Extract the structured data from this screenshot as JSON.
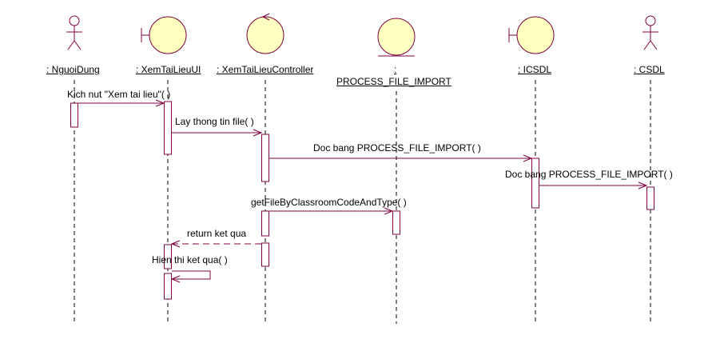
{
  "diagram": {
    "line_color": "#800040",
    "icon_fill": "#ffffc0",
    "icon_stroke": "#800040",
    "lifelines": [
      {
        "id": "nguoidung",
        "kind": "actor",
        "name": ": NguoiDung"
      },
      {
        "id": "xemui",
        "kind": "boundary",
        "name": ": XemTaiLieuUI"
      },
      {
        "id": "controller",
        "kind": "control",
        "name": ": XemTaiLieuController"
      },
      {
        "id": "process",
        "kind": "entity",
        "name_line1": ":",
        "name_line2": "PROCESS_FILE_IMPORT"
      },
      {
        "id": "icsdl",
        "kind": "boundary",
        "name": ": ICSDL"
      },
      {
        "id": "csdl",
        "kind": "actor",
        "name": ": CSDL"
      }
    ],
    "messages": [
      {
        "id": "m1",
        "label": "Kich nut \"Xem tai lieu\"( )"
      },
      {
        "id": "m2",
        "label": "Lay thong tin file( )"
      },
      {
        "id": "m3",
        "label": "Doc bang PROCESS_FILE_IMPORT( )"
      },
      {
        "id": "m4",
        "label": "Doc bang PROCESS_FILE_IMPORT( )"
      },
      {
        "id": "m5",
        "label": "getFileByClassroomCodeAndType( )"
      },
      {
        "id": "m6",
        "label": "return ket qua"
      },
      {
        "id": "m7",
        "label": "Hien thi ket qua( )"
      }
    ]
  }
}
